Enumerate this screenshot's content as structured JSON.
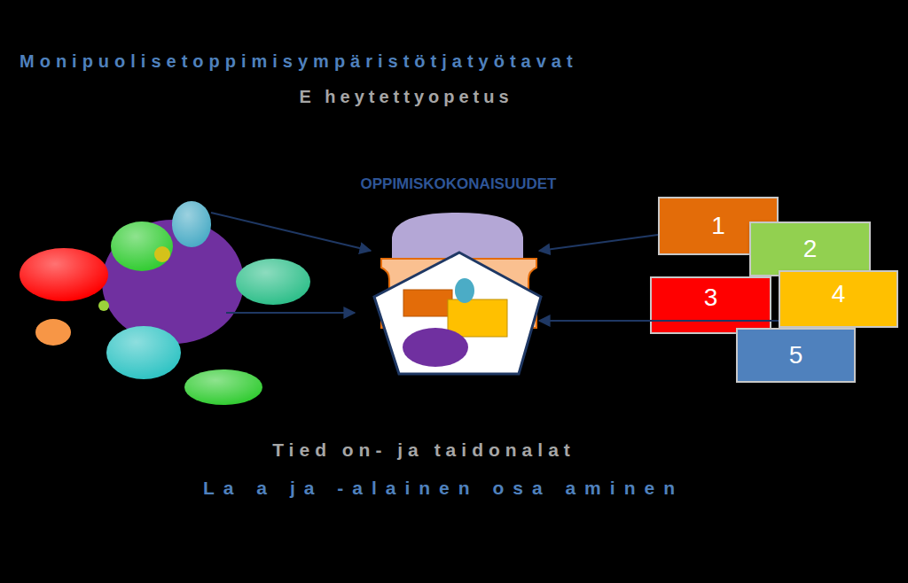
{
  "diagram": {
    "title": "Monipuolisetoppimisympäristötjatyötavat",
    "nodes": [
      {
        "text": [
          "OPPIMISKOKONAISUUDET"
        ]
      },
      {
        "text": [
          "1"
        ]
      },
      {
        "text": [
          "2"
        ]
      },
      {
        "text": [
          "3"
        ]
      },
      {
        "text": [
          "4"
        ]
      },
      {
        "text": [
          "5"
        ]
      }
    ],
    "edges": [
      {
        "from": 1,
        "to": 0,
        "arrow": "to"
      },
      {
        "from": 4,
        "to": 0,
        "arrow": "to"
      }
    ],
    "labels": [
      "E heytettyopetus",
      "Tied on- ja taidonalat",
      "La a ja -alainen osa aminen"
    ]
  }
}
